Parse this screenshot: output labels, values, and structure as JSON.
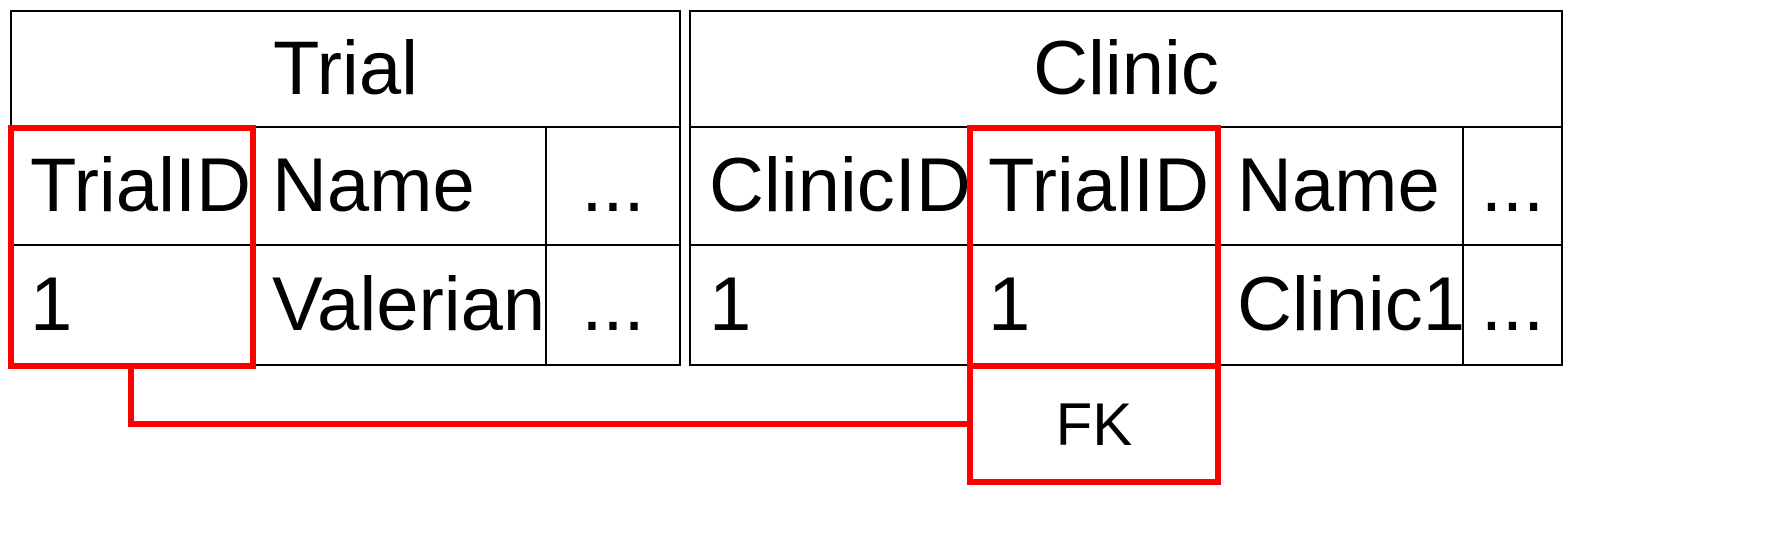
{
  "colors": {
    "highlight": "#ff0000",
    "border": "#000000",
    "text": "#000000"
  },
  "trial": {
    "title": "Trial",
    "columns": [
      "TrialID",
      "Name",
      "..."
    ],
    "row": [
      "1",
      "Valerian",
      "..."
    ]
  },
  "clinic": {
    "title": "Clinic",
    "columns": [
      "ClinicID",
      "TrialID",
      "Name",
      "..."
    ],
    "row": [
      "1",
      "1",
      "Clinic1",
      "..."
    ]
  },
  "fk_label": "FK"
}
